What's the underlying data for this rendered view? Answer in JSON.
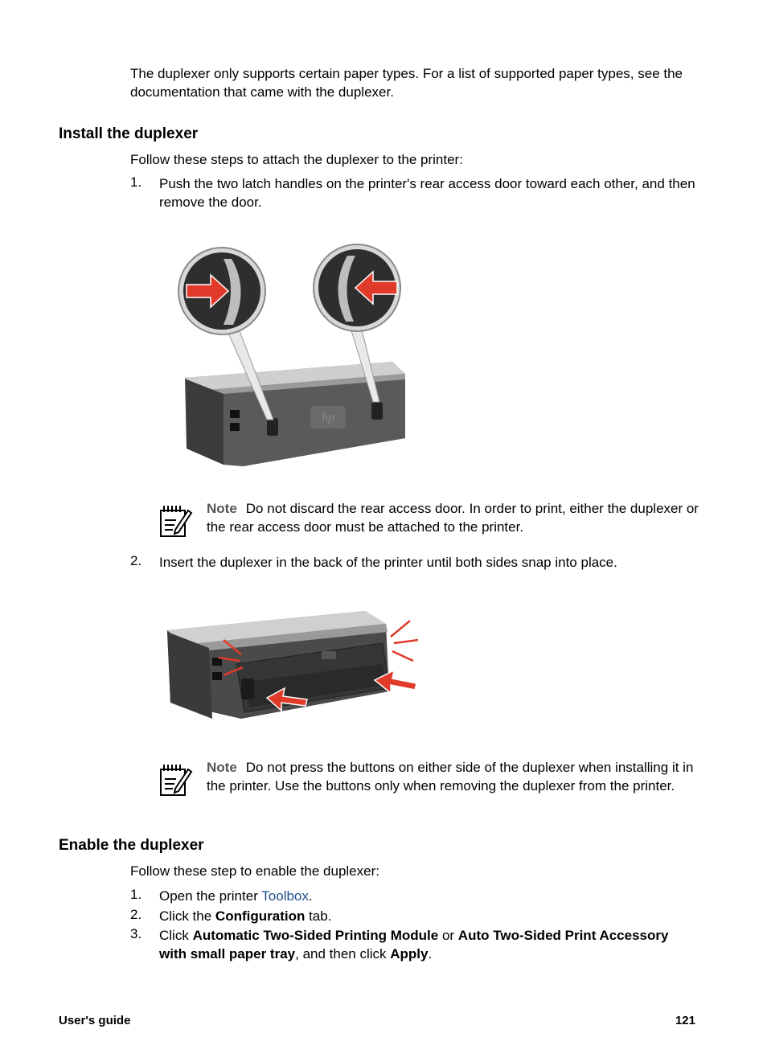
{
  "intro": "The duplexer only supports certain paper types. For a list of supported paper types, see the documentation that came with the duplexer.",
  "install": {
    "heading": "Install the duplexer",
    "lead": "Follow these steps to attach the duplexer to the printer:",
    "step1": {
      "num": "1.",
      "text": "Push the two latch handles on the printer's rear access door toward each other, and then remove the door."
    },
    "note1": {
      "label": "Note",
      "text": "Do not discard the rear access door. In order to print, either the duplexer or the rear access door must be attached to the printer."
    },
    "step2": {
      "num": "2.",
      "text": "Insert the duplexer in the back of the printer until both sides snap into place."
    },
    "note2": {
      "label": "Note",
      "text": "Do not press the buttons on either side of the duplexer when installing it in the printer. Use the buttons only when removing the duplexer from the printer."
    }
  },
  "enable": {
    "heading": "Enable the duplexer",
    "lead": "Follow these step to enable the duplexer:",
    "step1": {
      "num": "1.",
      "pre": "Open the printer ",
      "link": "Toolbox",
      "post": "."
    },
    "step2": {
      "num": "2.",
      "pre": "Click the ",
      "bold": "Configuration",
      "post": " tab."
    },
    "step3": {
      "num": "3.",
      "pre": "Click ",
      "bold1": "Automatic Two-Sided Printing Module",
      "mid": " or ",
      "bold2": "Auto Two-Sided Print Accessory with small paper tray",
      "mid2": ", and then click ",
      "bold3": "Apply",
      "post": "."
    }
  },
  "illustration": {
    "logo": "hp"
  },
  "footer": {
    "left": "User's guide",
    "page": "121"
  }
}
